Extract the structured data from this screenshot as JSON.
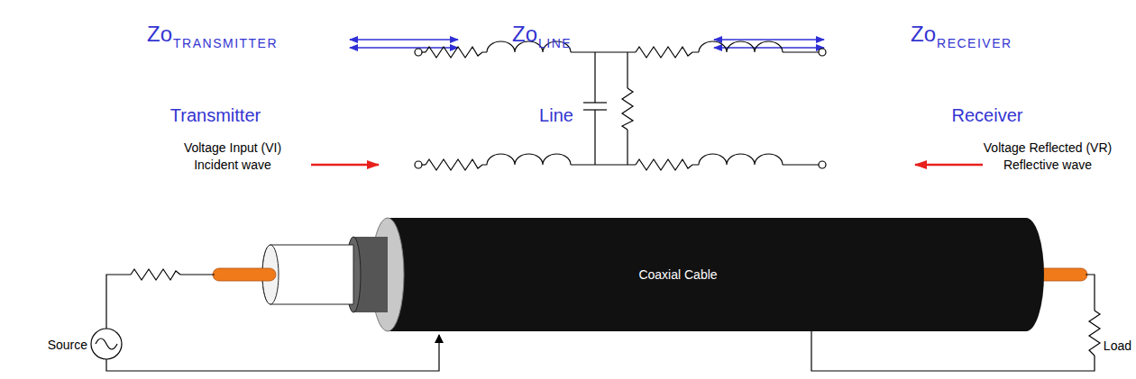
{
  "diagram": {
    "labels": [
      "Zo",
      "TRANSMITTER",
      "Zo",
      "LINE",
      "Zo",
      "RECEIVER",
      "Transmitter",
      "Line",
      "Receiver",
      "Voltage Input (VI)",
      "Incident wave",
      "Voltage Reflected (VR)",
      "Reflective wave",
      "Coaxial Cable",
      "Source",
      "Load"
    ]
  }
}
